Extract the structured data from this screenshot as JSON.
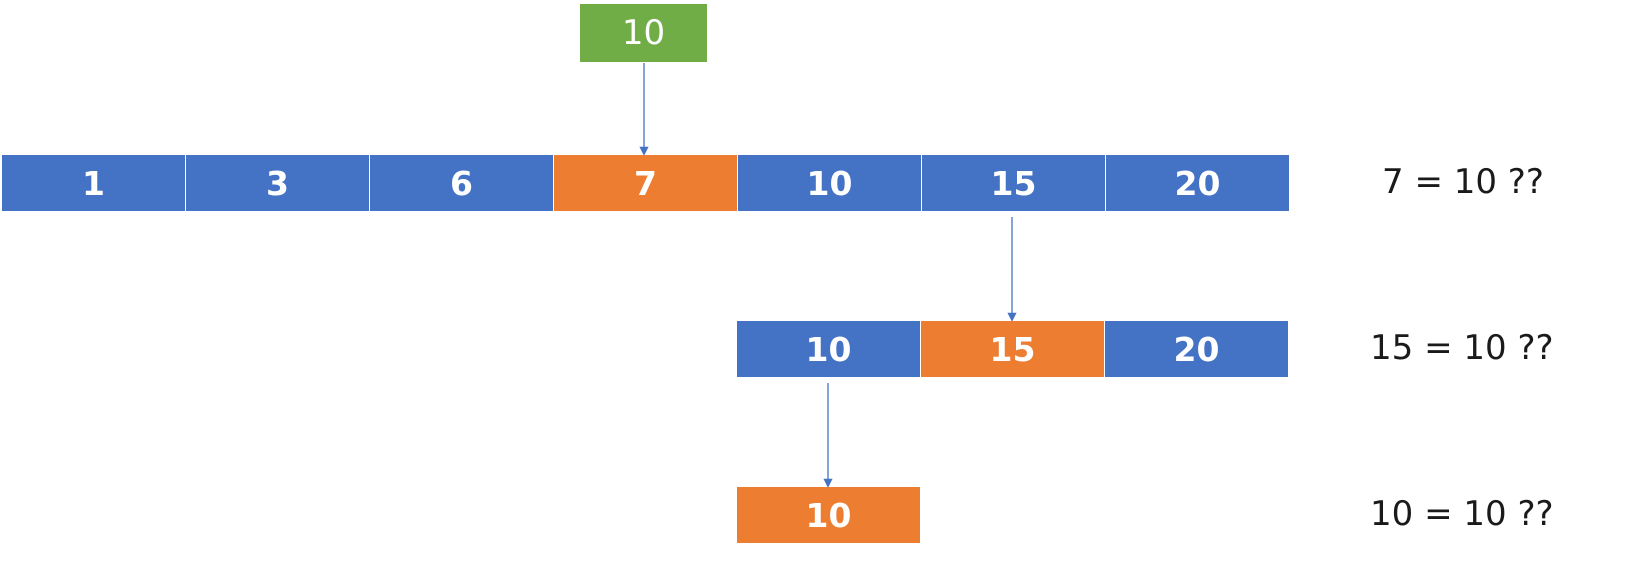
{
  "target": {
    "value": "10",
    "color": "#70ad47"
  },
  "colors": {
    "default": "#4472c4",
    "highlight": "#ed7d31",
    "arrow": "#4472c4"
  },
  "rows": [
    {
      "cells": [
        {
          "label": "1",
          "highlight": false
        },
        {
          "label": "3",
          "highlight": false
        },
        {
          "label": "6",
          "highlight": false
        },
        {
          "label": "7",
          "highlight": true
        },
        {
          "label": "10",
          "highlight": false
        },
        {
          "label": "15",
          "highlight": false
        },
        {
          "label": "20",
          "highlight": false
        }
      ],
      "comparison": "7 = 10 ??"
    },
    {
      "cells": [
        {
          "label": "10",
          "highlight": false
        },
        {
          "label": "15",
          "highlight": true
        },
        {
          "label": "20",
          "highlight": false
        }
      ],
      "comparison": "15 = 10 ??"
    },
    {
      "cells": [
        {
          "label": "10",
          "highlight": true
        }
      ],
      "comparison": "10 = 10 ??"
    }
  ]
}
